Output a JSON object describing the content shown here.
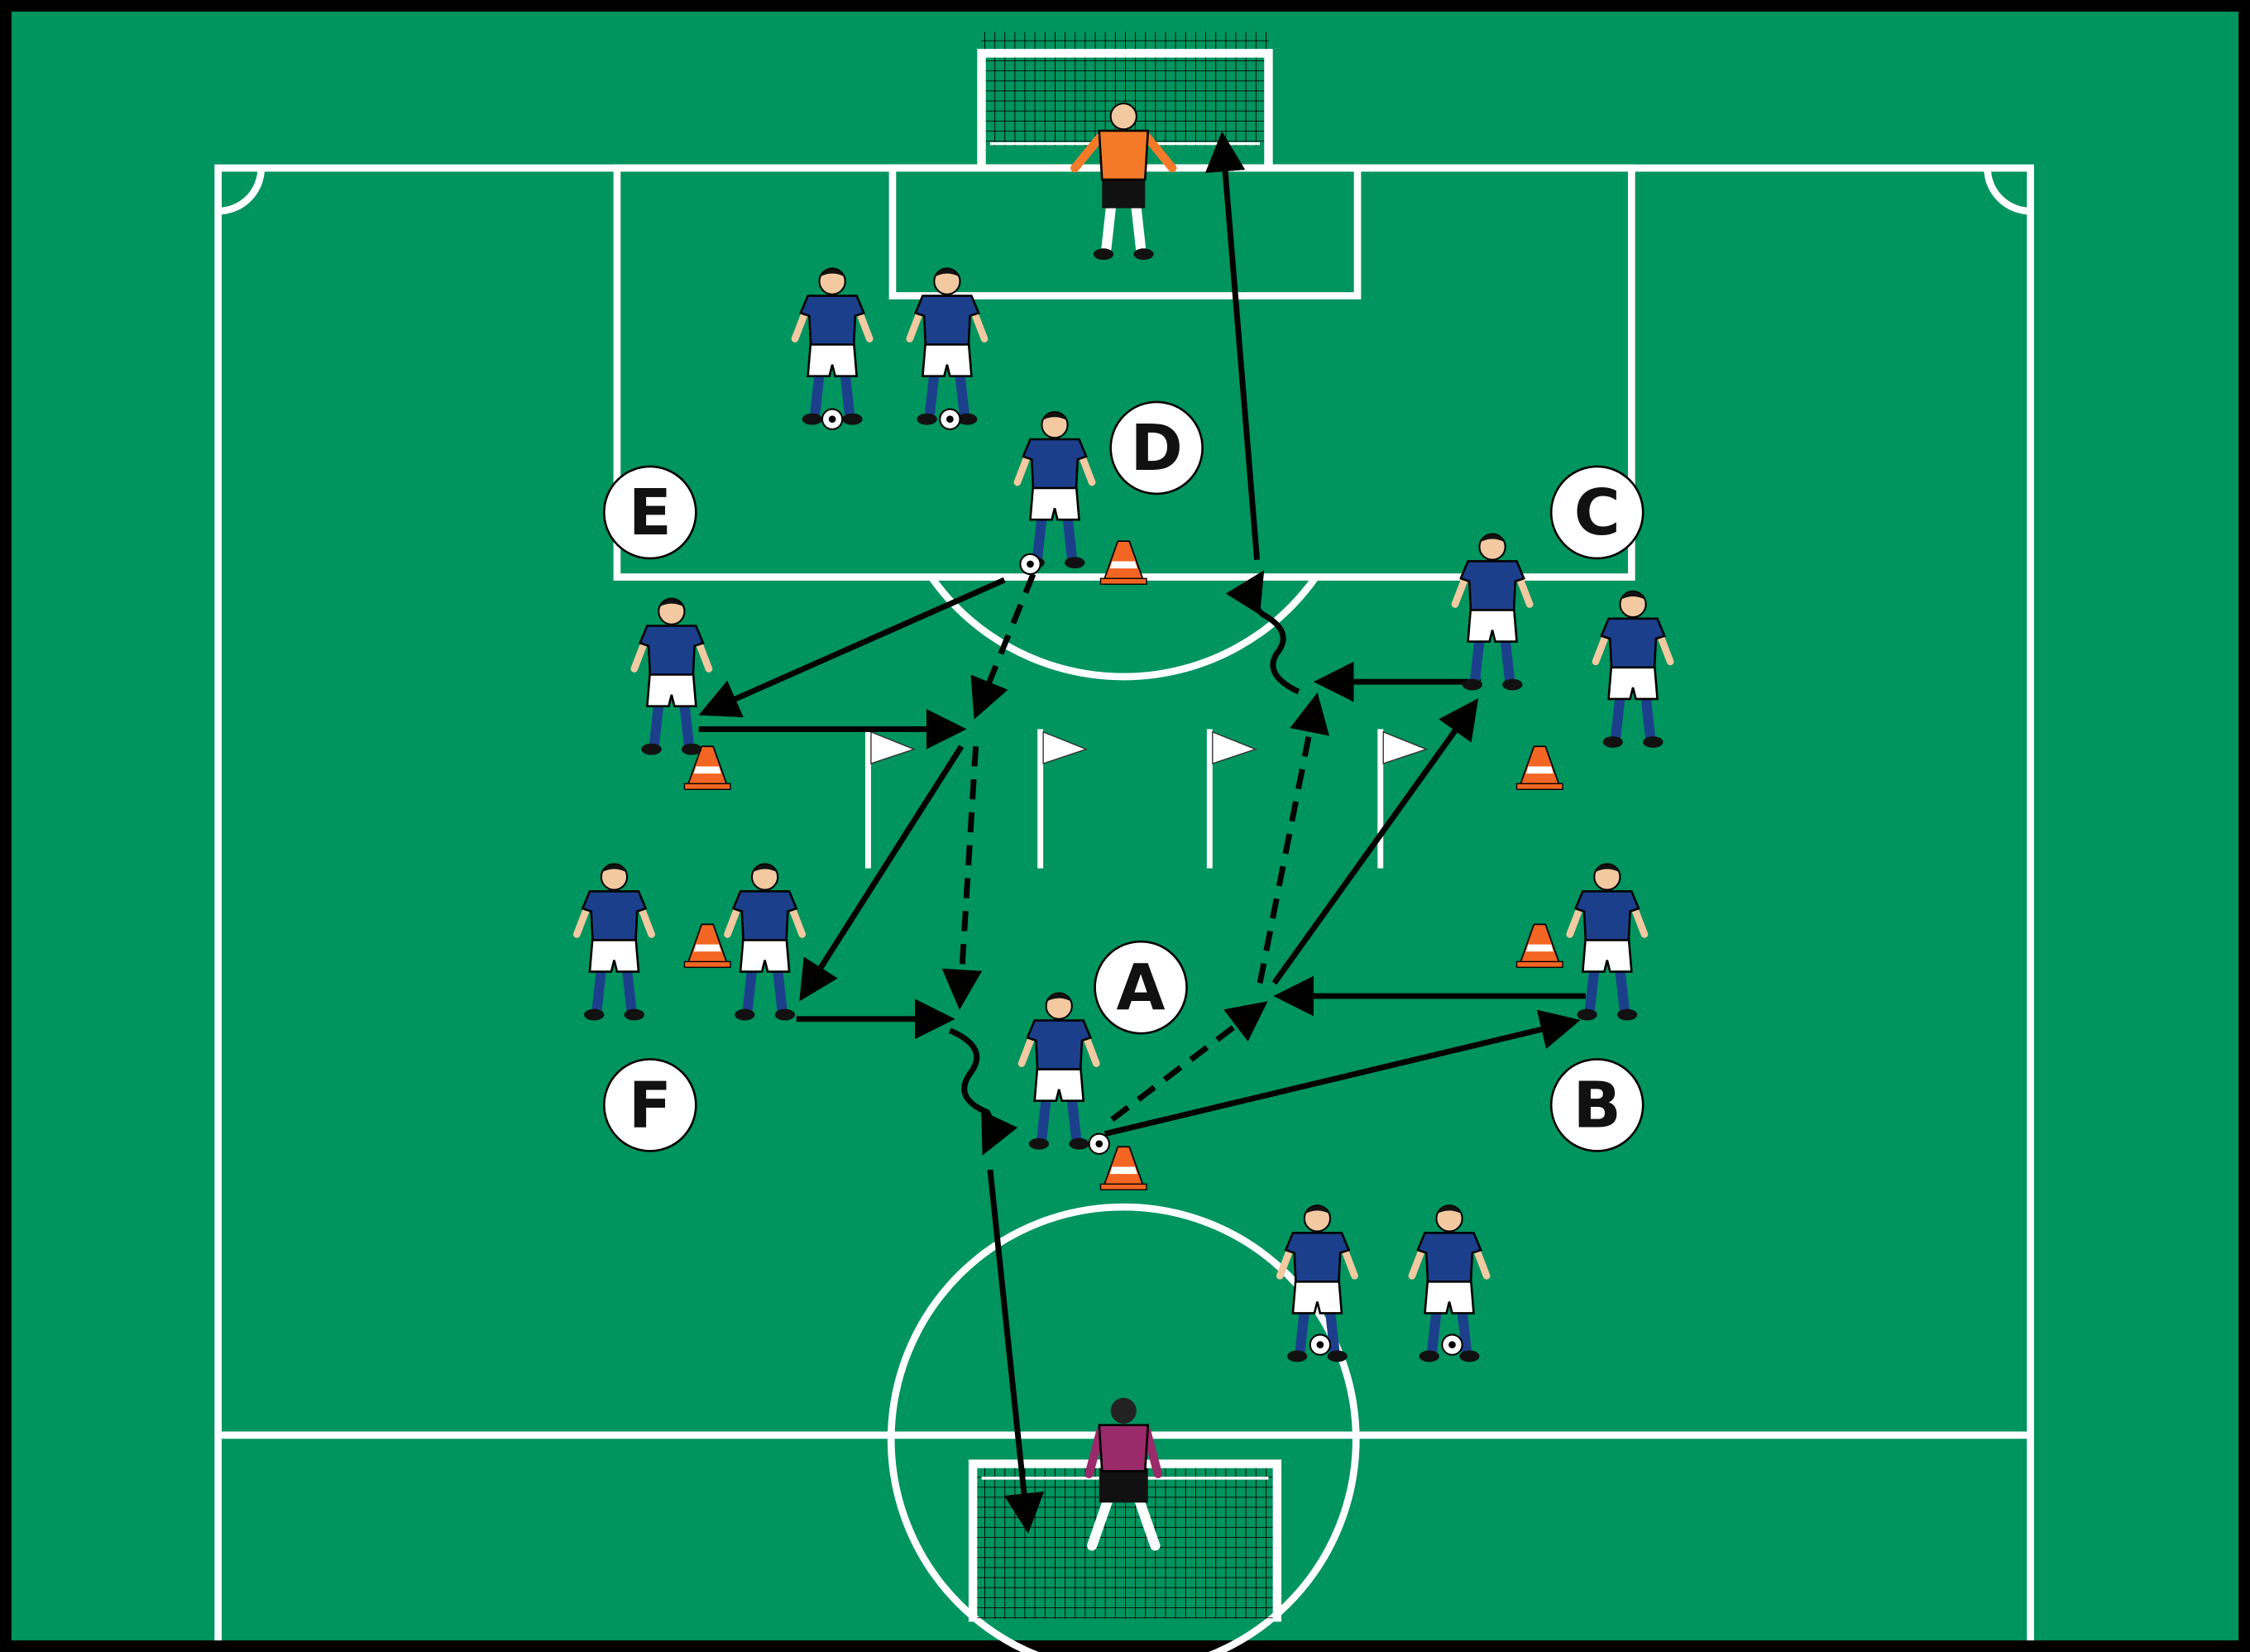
{
  "colors": {
    "pitch": "#00945f",
    "border": "#000000",
    "lines": "#ffffff",
    "shirt": "#1c3f8c",
    "shorts": "#ffffff",
    "keeper_top": "#f47a2a",
    "keeper_bottom": "#9b2a6a",
    "cone": "#f26522",
    "arrow": "#000000"
  },
  "stations": [
    {
      "id": "A",
      "label": "A"
    },
    {
      "id": "B",
      "label": "B"
    },
    {
      "id": "C",
      "label": "C"
    },
    {
      "id": "D",
      "label": "D"
    },
    {
      "id": "E",
      "label": "E"
    },
    {
      "id": "F",
      "label": "F"
    }
  ]
}
